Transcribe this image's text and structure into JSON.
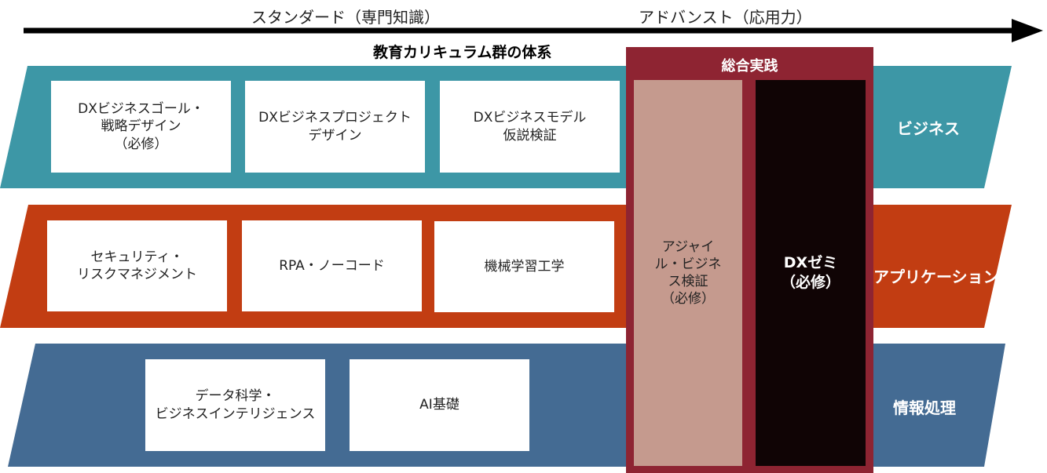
{
  "axis": {
    "standard_label": "スタンダード（専門知識）",
    "advanced_label": "アドバンスト（応用力）"
  },
  "title": "教育カリキュラム群の体系",
  "bands": [
    {
      "label": "ビジネス",
      "color": "#3d97a6",
      "boxes": [
        "DXビジネスゴール・\n戦略デザイン\n（必修）",
        "DXビジネスプロジェクト\nデザイン",
        "DXビジネスモデル\n仮説検証"
      ]
    },
    {
      "label": "アプリケーション",
      "color": "#c23d12",
      "boxes": [
        "セキュリティ・\nリスクマネジメント",
        "RPA・ノーコード",
        "機械学習工学"
      ]
    },
    {
      "label": "情報処理",
      "color": "#446b93",
      "boxes": [
        "データ科学・\nビジネスインテリジェンス",
        "AI基礎"
      ]
    }
  ],
  "practice": {
    "title": "総合実践",
    "color": "#8e2432",
    "agile": "アジャイ\nル・ビジネ\nス検証\n（必修）",
    "agile_color": "#c59a8e",
    "dxzemi": "DXゼミ\n（必修）",
    "dxzemi_color": "#100405"
  }
}
